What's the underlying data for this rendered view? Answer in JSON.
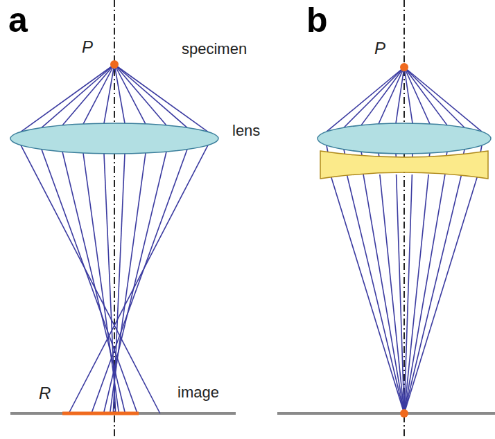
{
  "diagram": {
    "labels": [
      "a",
      "P",
      "specimen",
      "lens",
      "R",
      "image",
      "b",
      "P"
    ]
  }
}
